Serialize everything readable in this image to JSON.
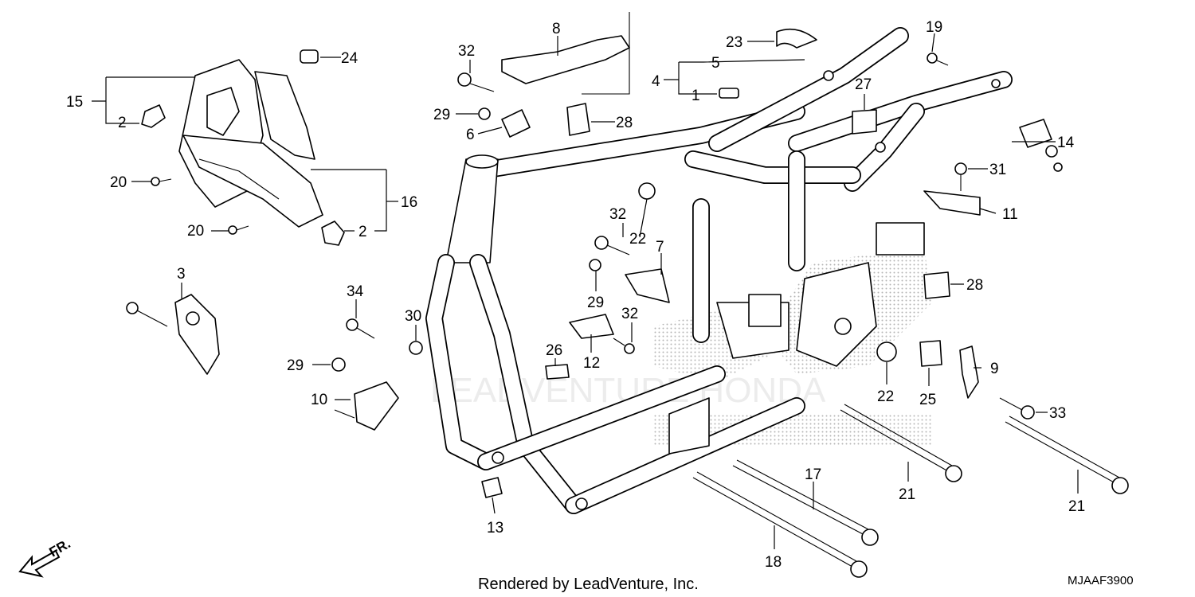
{
  "diagram": {
    "callouts": [
      "1",
      "2",
      "2",
      "3",
      "4",
      "5",
      "6",
      "7",
      "8",
      "9",
      "10",
      "11",
      "12",
      "13",
      "14",
      "15",
      "16",
      "17",
      "18",
      "19",
      "20",
      "20",
      "21",
      "21",
      "22",
      "22",
      "23",
      "24",
      "25",
      "26",
      "27",
      "28",
      "28",
      "29",
      "29",
      "29",
      "30",
      "31",
      "32",
      "32",
      "32",
      "33",
      "34"
    ],
    "footer_text": "Rendered by LeadVenture, Inc.",
    "diagram_code": "MJAAF3900",
    "front_indicator": "FR.",
    "watermark_text": "LEADVENTURE HONDA"
  }
}
